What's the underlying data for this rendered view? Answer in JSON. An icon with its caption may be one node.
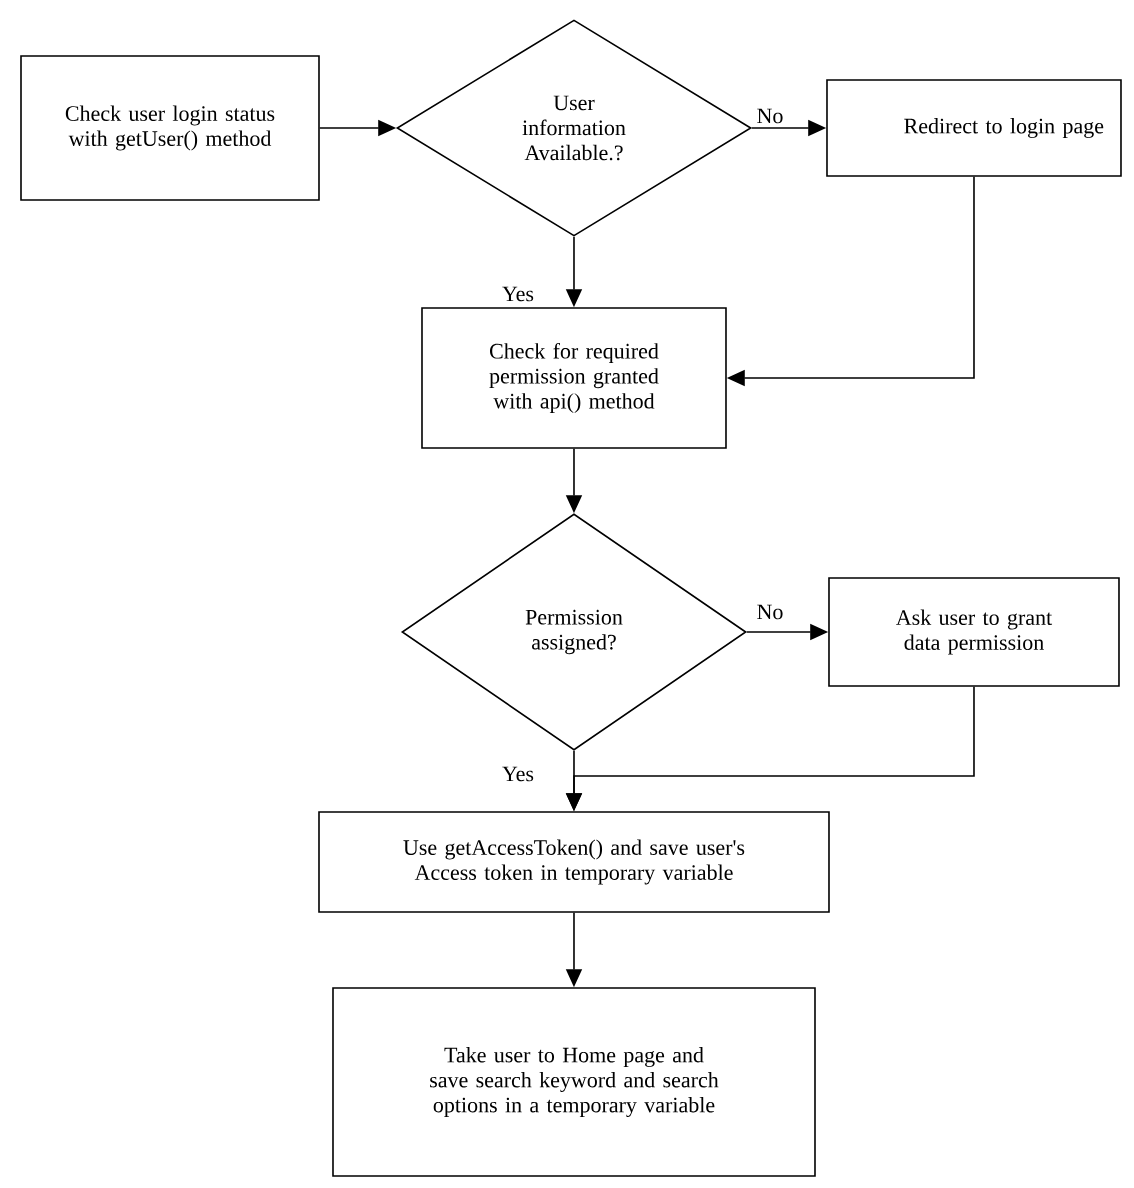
{
  "diagram": {
    "nodes": [
      {
        "text": [
          "Check user login status with getUser() method"
        ]
      },
      {
        "text": [
          "User information Available.?"
        ]
      },
      {
        "text": [
          "Redirect to login page"
        ]
      },
      {
        "text": [
          "Check for required permission granted with api() method"
        ]
      },
      {
        "text": [
          "Permission assigned?"
        ]
      },
      {
        "text": [
          "Ask user to grant data permission"
        ]
      },
      {
        "text": [
          "Use getAccessToken() and save user's Access token in temporary variable"
        ]
      },
      {
        "text": [
          "Take user to Home page and save search keyword and search options in a temporary variable"
        ]
      }
    ],
    "edges": [
      {
        "from": 0,
        "to": 1,
        "arrow": "to"
      },
      {
        "from": 1,
        "to": 2,
        "arrow": "to",
        "label": "No"
      },
      {
        "from": 1,
        "to": 3,
        "arrow": "to",
        "label": "Yes"
      },
      {
        "from": 2,
        "to": 3,
        "arrow": "to"
      },
      {
        "from": 3,
        "to": 4,
        "arrow": "to"
      },
      {
        "from": 4,
        "to": 5,
        "arrow": "to",
        "label": "No"
      },
      {
        "from": 4,
        "to": 6,
        "arrow": "to",
        "label": "Yes"
      },
      {
        "from": 5,
        "to": 6,
        "arrow": "to"
      },
      {
        "from": 6,
        "to": 7,
        "arrow": "to"
      }
    ]
  }
}
